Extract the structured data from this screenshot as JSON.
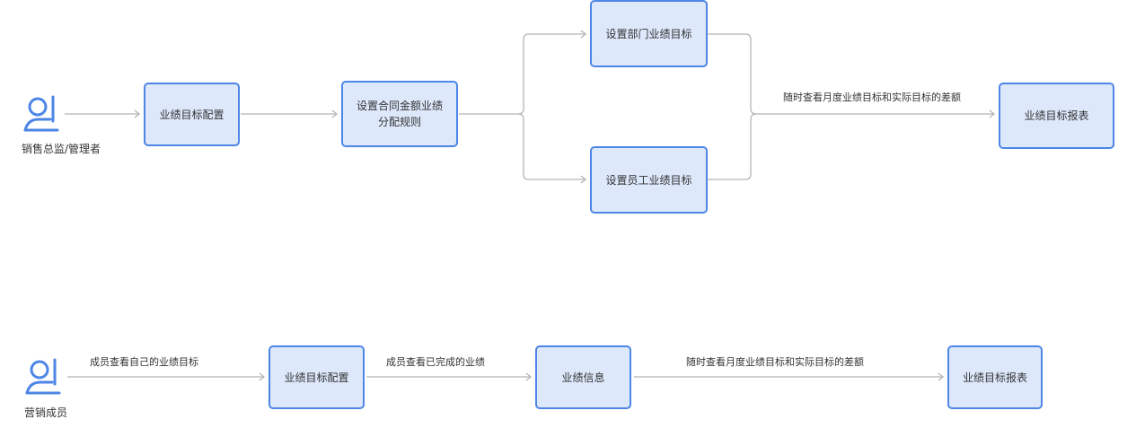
{
  "colors": {
    "node_fill": "#dde8fb",
    "node_border": "#4d86e6",
    "connector": "#b5b5b5",
    "actor_icon": "#4d86e6"
  },
  "flow1": {
    "actor": {
      "label": "销售总监/管理者",
      "icon": "user-icon"
    },
    "nodes": {
      "config": "业绩目标配置",
      "rule": "设置合同金额业绩分配规则",
      "dept": "设置部门业绩目标",
      "staff": "设置员工业绩目标",
      "report": "业绩目标报表"
    },
    "edge_labels": {
      "to_report": "随时查看月度业绩目标和实际目标的差额"
    }
  },
  "flow2": {
    "actor": {
      "label": "营销成员",
      "icon": "user-icon"
    },
    "nodes": {
      "config": "业绩目标配置",
      "info": "业绩信息",
      "report": "业绩目标报表"
    },
    "edge_labels": {
      "to_config": "成员查看自己的业绩目标",
      "to_info": "成员查看已完成的业绩",
      "to_report": "随时查看月度业绩目标和实际目标的差额"
    }
  }
}
